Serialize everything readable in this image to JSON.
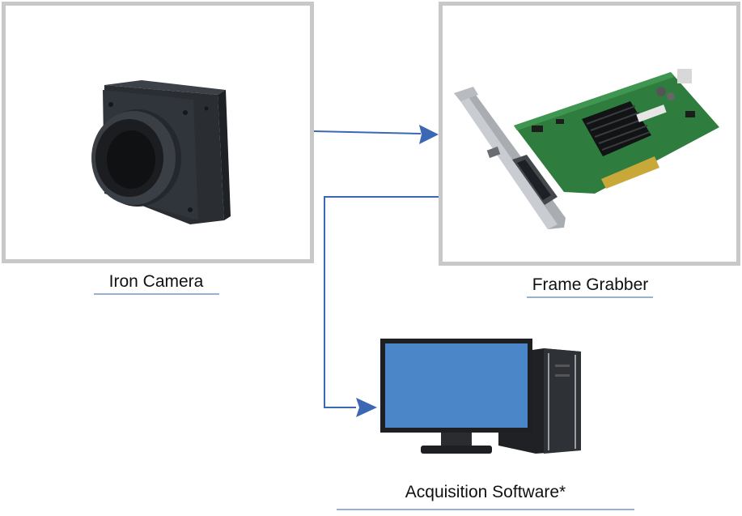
{
  "nodes": {
    "camera": {
      "label": "Iron Camera"
    },
    "frame_grabber": {
      "label": "Frame Grabber"
    },
    "computer": {
      "label": "Acquisition Software*"
    }
  },
  "colors": {
    "box_border": "#c8c8c8",
    "arrow": "#3b68b5",
    "underline": "#9bb0cf",
    "monitor_screen": "#4a86c8"
  },
  "icons": [
    "camera-icon",
    "frame-grabber-card-icon",
    "desktop-computer-icon"
  ]
}
